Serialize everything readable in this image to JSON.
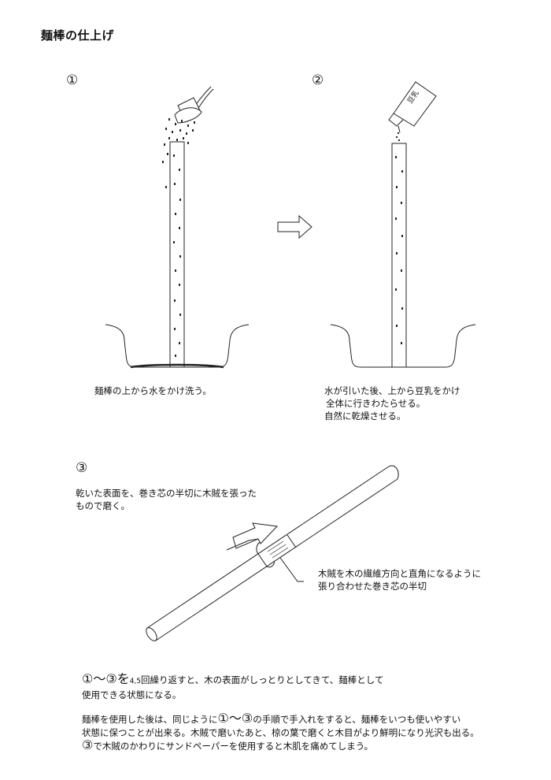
{
  "title": "麺棒の仕上げ",
  "steps": {
    "step1": {
      "number": "①",
      "caption": "麺棒の上から水をかけ洗う。"
    },
    "step2": {
      "number": "②",
      "caption_lines": [
        "水が引いた後、上から豆乳をかけ",
        "全体に行きわたらせる。",
        "自然に乾燥させる。"
      ],
      "carton_label": "豆乳"
    },
    "step3": {
      "number": "③",
      "caption_lines": [
        "乾いた表面を、巻き芯の半切に木賊を張った",
        "もので磨く。"
      ],
      "annotation_lines": [
        "木賊を木の繊維方向と直角になるように",
        "張り合わせた巻き芯の半切"
      ]
    }
  },
  "notes": {
    "para1": {
      "lead": "①〜③を",
      "lead_small": "4,5",
      "rest": "回繰り返すと、木の表面がしっとりとしてきて、麺棒として",
      "line2": "使用できる状態になる。"
    },
    "para2": {
      "line1_a": "麺棒を使用した後は、同じように",
      "line1_b": "①〜③",
      "line1_c": "の手順で手入れをすると、麺棒をいつも使いやすい",
      "line2": "状態に保つことが出来る。木賊で磨いたあと、椋の葉で磨くと木目がより鮮明になり光沢も出る。",
      "line3_a": "③",
      "line3_b": "で木賊のかわりにサンドペーパーを使用すると木肌を痛めてしまう。"
    }
  }
}
